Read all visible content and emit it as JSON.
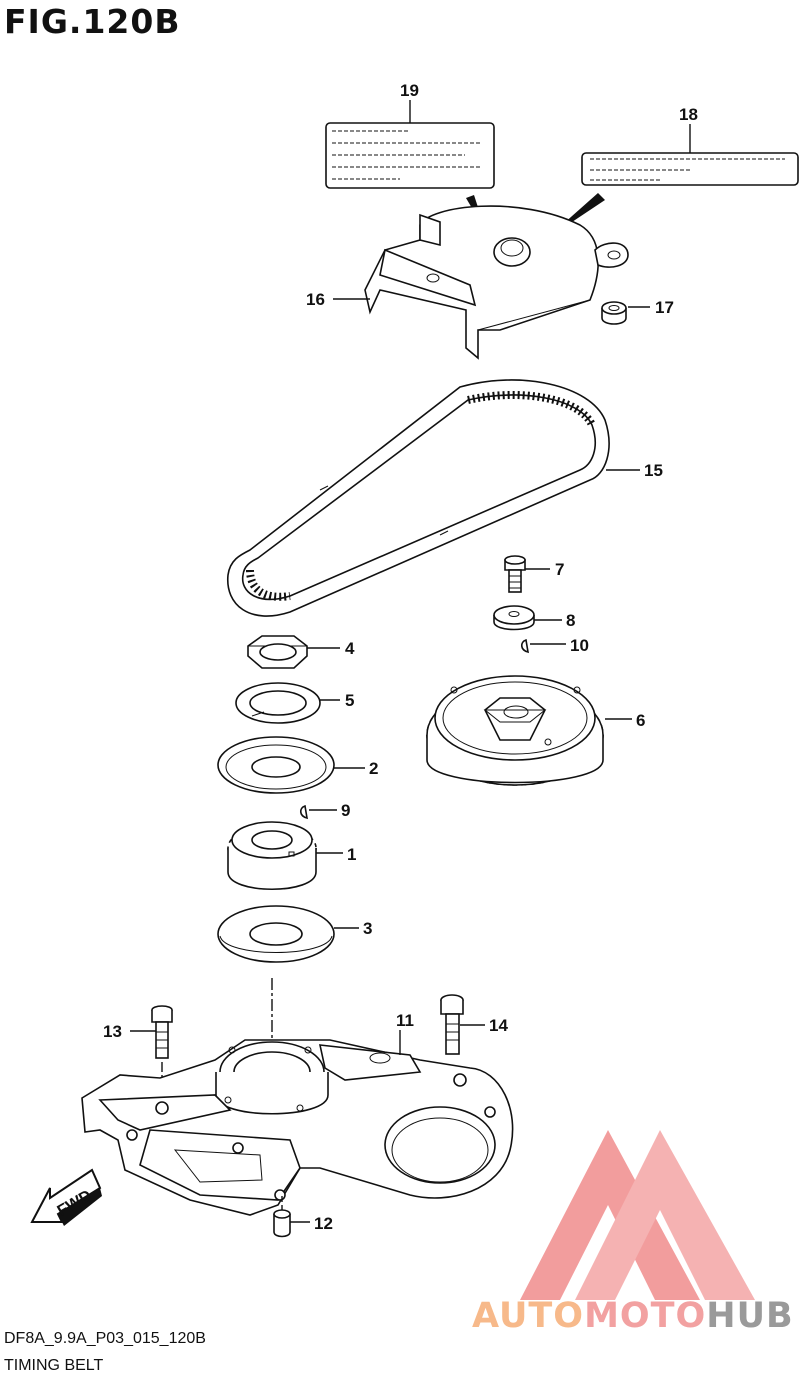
{
  "figure": {
    "title": "FIG.120B"
  },
  "footer": {
    "code": "DF8A_9.9A_P03_015_120B",
    "caption": "TIMING BELT"
  },
  "fwd_label": "FWD",
  "watermark": {
    "part1": "AUTO",
    "part2": "MOTO",
    "part3": "HUB",
    "colors": {
      "part1": "#f7b98a",
      "part2": "#f2a1a1",
      "part3": "#9a9a9a",
      "triangle": "#f08c8c"
    }
  },
  "callouts": {
    "p1": "1",
    "p2": "2",
    "p3": "3",
    "p4": "4",
    "p5": "5",
    "p6": "6",
    "p7": "7",
    "p8": "8",
    "p9": "9",
    "p10": "10",
    "p11": "11",
    "p12": "12",
    "p13": "13",
    "p14": "14",
    "p15": "15",
    "p16": "16",
    "p17": "17",
    "p18": "18",
    "p19": "19"
  }
}
